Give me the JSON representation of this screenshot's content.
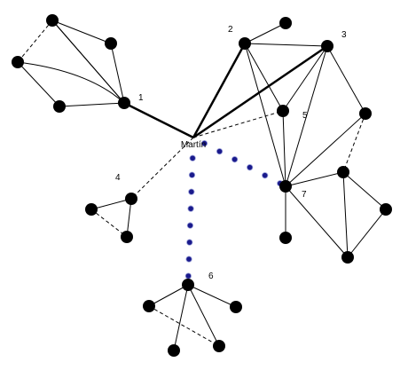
{
  "diagram": {
    "center_label": "Martín",
    "node_labels": [
      "1",
      "2",
      "3",
      "4",
      "5",
      "6",
      "7"
    ],
    "colors": {
      "background": "#ffffff",
      "node": "#000000",
      "edge": "#000000",
      "highlight_edge": "#1a1a8c",
      "label": "#000000"
    }
  }
}
